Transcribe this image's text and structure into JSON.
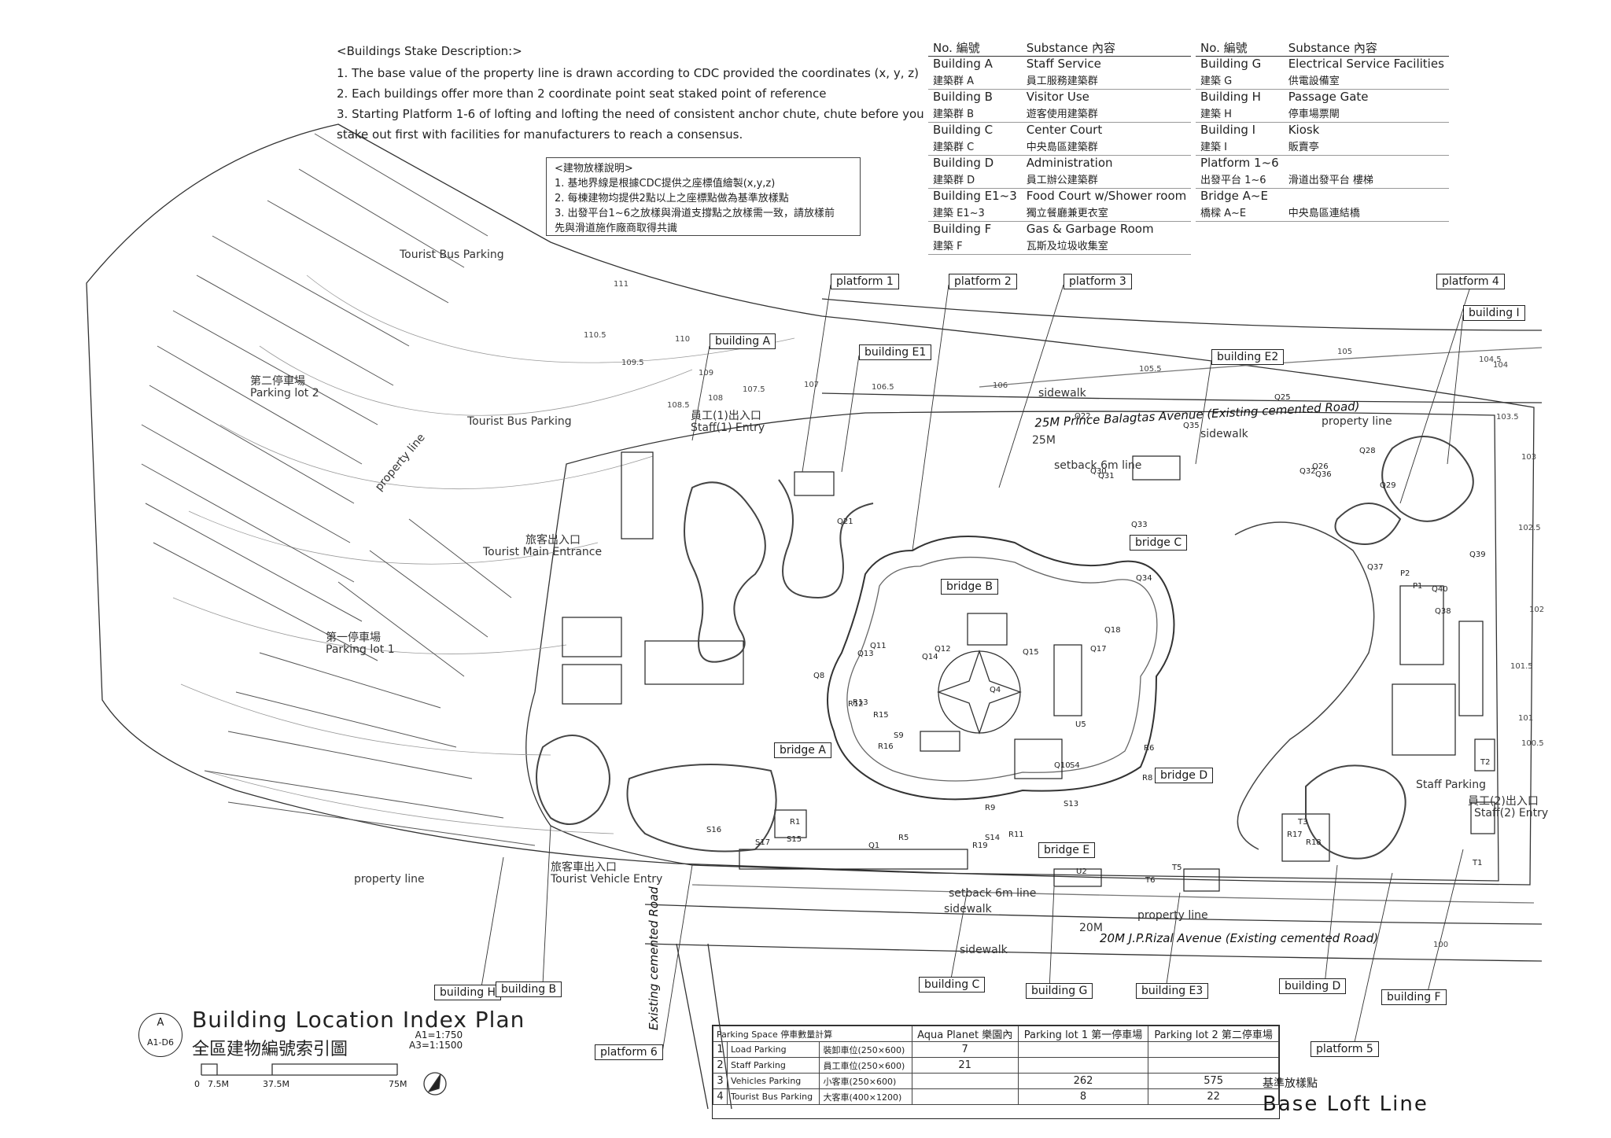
{
  "notes": {
    "title": "<Buildings Stake Description:>",
    "items": [
      "1. The base value of the property line is drawn according to CDC provided the coordinates (x, y, z)",
      "2. Each buildings offer more than 2 coordinate point seat staked point of reference",
      "3. Starting Platform 1-6 of lofting and lofting the need of consistent anchor chute, chute before you",
      "stake out first with facilities for manufacturers to reach a consensus."
    ]
  },
  "zh_notes": {
    "title": "<建物放樣說明>",
    "items": [
      "1. 基地界線是根據CDC提供之座標值繪製(x,y,z)",
      "2. 每棟建物均提供2點以上之座標點做為基準放樣點",
      "3. 出發平台1~6之放樣與滑道支撐點之放樣需一致，請放樣前",
      "先與滑道施作廠商取得共識"
    ]
  },
  "legend_left": {
    "header": {
      "no": "No. 編號",
      "substance": "Substance 內容"
    },
    "rows": [
      {
        "no_en": "Building A",
        "sub_en": "Staff Service",
        "no_zh": "建築群 A",
        "sub_zh": "員工服務建築群"
      },
      {
        "no_en": "Building B",
        "sub_en": "Visitor Use",
        "no_zh": "建築群 B",
        "sub_zh": "遊客使用建築群"
      },
      {
        "no_en": "Building C",
        "sub_en": "Center Court",
        "no_zh": "建築群 C",
        "sub_zh": "中央島區建築群"
      },
      {
        "no_en": "Building D",
        "sub_en": "Administration",
        "no_zh": "建築群 D",
        "sub_zh": "員工辦公建築群"
      },
      {
        "no_en": "Building E1~3",
        "sub_en": "Food Court w/Shower room",
        "no_zh": "建築 E1~3",
        "sub_zh": "獨立餐廳兼更衣室"
      },
      {
        "no_en": "Building F",
        "sub_en": "Gas & Garbage Room",
        "no_zh": "建築 F",
        "sub_zh": "瓦斯及垃圾收集室"
      }
    ]
  },
  "legend_right": {
    "header": {
      "no": "No. 編號",
      "substance": "Substance 內容"
    },
    "rows": [
      {
        "no_en": "Building G",
        "sub_en": "Electrical Service Facilities",
        "no_zh": "建築 G",
        "sub_zh": "供電設備室"
      },
      {
        "no_en": "Building H",
        "sub_en": "Passage Gate",
        "no_zh": "建築 H",
        "sub_zh": "停車場票閘"
      },
      {
        "no_en": "Building I",
        "sub_en": "Kiosk",
        "no_zh": "建築 I",
        "sub_zh": "販賣亭"
      },
      {
        "no_en": "Platform 1~6",
        "sub_en": "",
        "no_zh": "出發平台 1~6",
        "sub_zh": "滑道出發平台 樓梯"
      },
      {
        "no_en": "Bridge A~E",
        "sub_en": "",
        "no_zh": "橋樑 A~E",
        "sub_zh": "中央島區連結橋"
      }
    ]
  },
  "callouts": {
    "building_a": "building A",
    "building_e1": "building E1",
    "building_e2": "building E2",
    "building_i": "building I",
    "building_h": "building H",
    "building_b": "building B",
    "building_c": "building C",
    "building_g": "building G",
    "building_e3": "building E3",
    "building_d": "building D",
    "building_f": "building F",
    "platform_1": "platform 1",
    "platform_2": "platform 2",
    "platform_3": "platform 3",
    "platform_4": "platform 4",
    "platform_5": "platform 5",
    "platform_6": "platform 6",
    "bridge_a": "bridge A",
    "bridge_b": "bridge B",
    "bridge_c": "bridge C",
    "bridge_d": "bridge D",
    "bridge_e": "bridge E"
  },
  "map_labels": {
    "tourist_bus_parking_1": "Tourist Bus Parking",
    "tourist_bus_parking_2": "Tourist Bus Parking",
    "parking_lot_2_zh": "第二停車場",
    "parking_lot_2": "Parking lot 2",
    "parking_lot_1_zh": "第一停車場",
    "parking_lot_1": "Parking lot 1",
    "tourist_main_entrance_zh": "旅客出入口",
    "tourist_main_entrance": "Tourist Main Entrance",
    "tourist_vehicle_entry_zh": "旅客車出入口",
    "tourist_vehicle_entry": "Tourist Vehicle Entry",
    "staff1_entry_zh": "員工(1)出入口",
    "staff1_entry": "Staff(1) Entry",
    "staff2_entry_zh": "員工(2)出入口",
    "staff2_entry": "Staff(2) Entry",
    "staff_parking": "Staff Parking",
    "north_road": "25M Prince Balagtas Avenue (Existing cemented Road)",
    "south_road": "20M J.P.Rizal Avenue (Existing cemented Road)",
    "west_road": "Existing cemented Road",
    "sidewalk_n1": "sidewalk",
    "sidewalk_n2": "sidewalk",
    "sidewalk_s1": "sidewalk",
    "sidewalk_s2": "sidewalk",
    "setback_n": "setback 6m line",
    "setback_s": "setback 6m line",
    "property_line_1": "property line",
    "property_line_2": "property line",
    "property_line_3": "property line",
    "property_line_4": "property line",
    "north_width": "25M",
    "south_width": "20M"
  },
  "elevations": [
    "111",
    "110.5",
    "110",
    "109.5",
    "109",
    "108.5",
    "108",
    "107.5",
    "107",
    "106.5",
    "106",
    "105.5",
    "105",
    "104.5",
    "104",
    "103.5",
    "103",
    "102.5",
    "102",
    "101.5",
    "101",
    "100.5",
    "100"
  ],
  "point_codes": [
    "T1",
    "T2",
    "T3",
    "T5",
    "T6",
    "U2",
    "U5",
    "S4",
    "S9",
    "S13",
    "S14",
    "S15",
    "S16",
    "S17",
    "R1",
    "R5",
    "R6",
    "R8",
    "R9",
    "R11",
    "R12",
    "R13",
    "R15",
    "R16",
    "R17",
    "R18",
    "R19",
    "Q1",
    "Q4",
    "Q8",
    "Q10",
    "Q11",
    "Q12",
    "Q13",
    "Q14",
    "Q15",
    "Q17",
    "Q18",
    "Q21",
    "Q22",
    "Q25",
    "Q26",
    "Q28",
    "Q29",
    "Q30",
    "Q31",
    "Q32",
    "Q33",
    "Q34",
    "Q35",
    "Q36",
    "Q37",
    "Q38",
    "Q39",
    "Q40",
    "P1",
    "P2"
  ],
  "title_block": {
    "circle_top": "A",
    "circle_bottom": "A1-D6",
    "title": "Building Location Index Plan",
    "title_zh": "全區建物編號索引圖",
    "scale_a1": "A1=1:750",
    "scale_a3": "A3=1:1500",
    "scale_ticks": [
      "0",
      "7.5M",
      "37.5M",
      "75M"
    ]
  },
  "parking_table": {
    "header": [
      "Parking Space 停車數量計算",
      "Aqua Planet 樂園內",
      "Parking lot 1 第一停車場",
      "Parking lot 2 第二停車場"
    ],
    "rows": [
      {
        "idx": "1",
        "label": "Load Parking",
        "size": "裝卸車位(250×600)",
        "aqua": "7",
        "lot1": "",
        "lot2": ""
      },
      {
        "idx": "2",
        "label": "Staff Parking",
        "size": "員工車位(250×600)",
        "aqua": "21",
        "lot1": "",
        "lot2": ""
      },
      {
        "idx": "3",
        "label": "Vehicles Parking",
        "size": "小客車(250×600)",
        "aqua": "",
        "lot1": "262",
        "lot2": "575"
      },
      {
        "idx": "4",
        "label": "Tourist Bus Parking",
        "size": "大客車(400×1200)",
        "aqua": "",
        "lot1": "8",
        "lot2": "22"
      }
    ]
  },
  "base_loft": {
    "zh": "基準放樣點",
    "en": "Base Loft Line"
  },
  "colors": {
    "ink": "#1a1a1a",
    "line": "#333333",
    "light": "#888888",
    "paper": "#ffffff"
  }
}
